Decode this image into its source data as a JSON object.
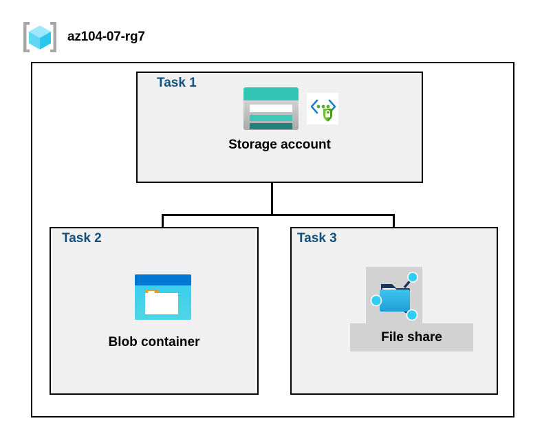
{
  "diagram": {
    "title": "az104-07-rg7",
    "resource_group_icon": "resource-group-cube-icon",
    "tasks": [
      {
        "id": "task1",
        "label": "Task 1",
        "node_label": "Storage account",
        "icons": [
          "storage-account-icon",
          "security-shield-icon"
        ],
        "highlighted": false
      },
      {
        "id": "task2",
        "label": "Task 2",
        "node_label": "Blob container",
        "icons": [
          "blob-container-icon"
        ],
        "highlighted": false
      },
      {
        "id": "task3",
        "label": "Task 3",
        "node_label": "File share",
        "icons": [
          "file-share-icon"
        ],
        "highlighted": true
      }
    ],
    "colors": {
      "task_label": "#12517c",
      "node_label": "#000000",
      "box_fill": "#f0f0f0",
      "box_border": "#000000",
      "canvas": "#ffffff",
      "highlight": "#d2d2d2",
      "azure_blue": "#0078d4",
      "cyan": "#32cdf0",
      "teal": "#32c5b4",
      "green": "#4cad2a",
      "orange": "#f7941e"
    }
  }
}
